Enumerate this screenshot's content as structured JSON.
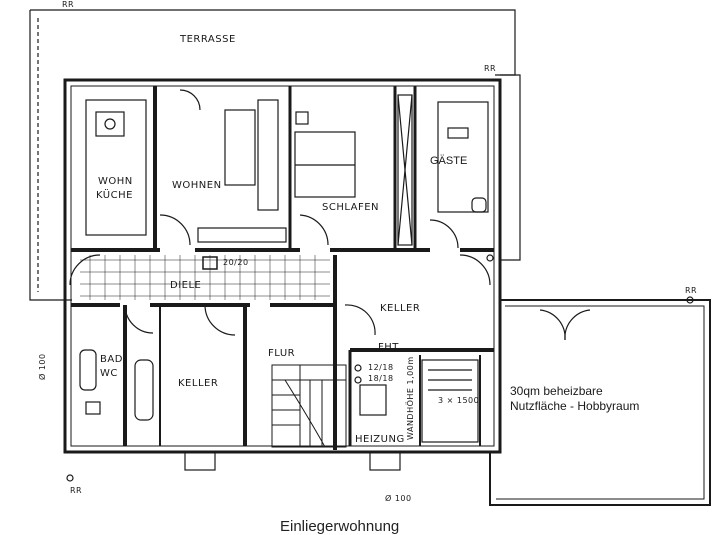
{
  "rooms": {
    "terrasse": "TERRASSE",
    "wohnkueche_1": "WOHN",
    "wohnkueche_2": "KÜCHE",
    "wohnen": "WOHNEN",
    "schlafen": "SCHLAFEN",
    "gaeste": "GÄSTE",
    "diele": "DIELE",
    "keller_right": "KELLER",
    "bad_1": "BAD/",
    "bad_2": "WC",
    "keller_left": "KELLER",
    "flur": "FLUR",
    "heizung": "HEIZUNG",
    "fht": "FHT"
  },
  "annotations": {
    "rr_top": "RR",
    "rr_right": "RR",
    "rr_far_right": "RR",
    "rr_bottom": "RR",
    "chimney": "20/20",
    "stairs_1": "12/18",
    "stairs_2": "18/18",
    "wandhoehe": "WANDHÖHE 1,00m",
    "window": "3 × 1500",
    "dim_left": "Ø 100",
    "dim_bottom": "Ø 100"
  },
  "note": {
    "line1": "30qm beheizbare",
    "line2": "Nutzfläche - Hobbyraum"
  },
  "caption": "Einliegerwohnung"
}
